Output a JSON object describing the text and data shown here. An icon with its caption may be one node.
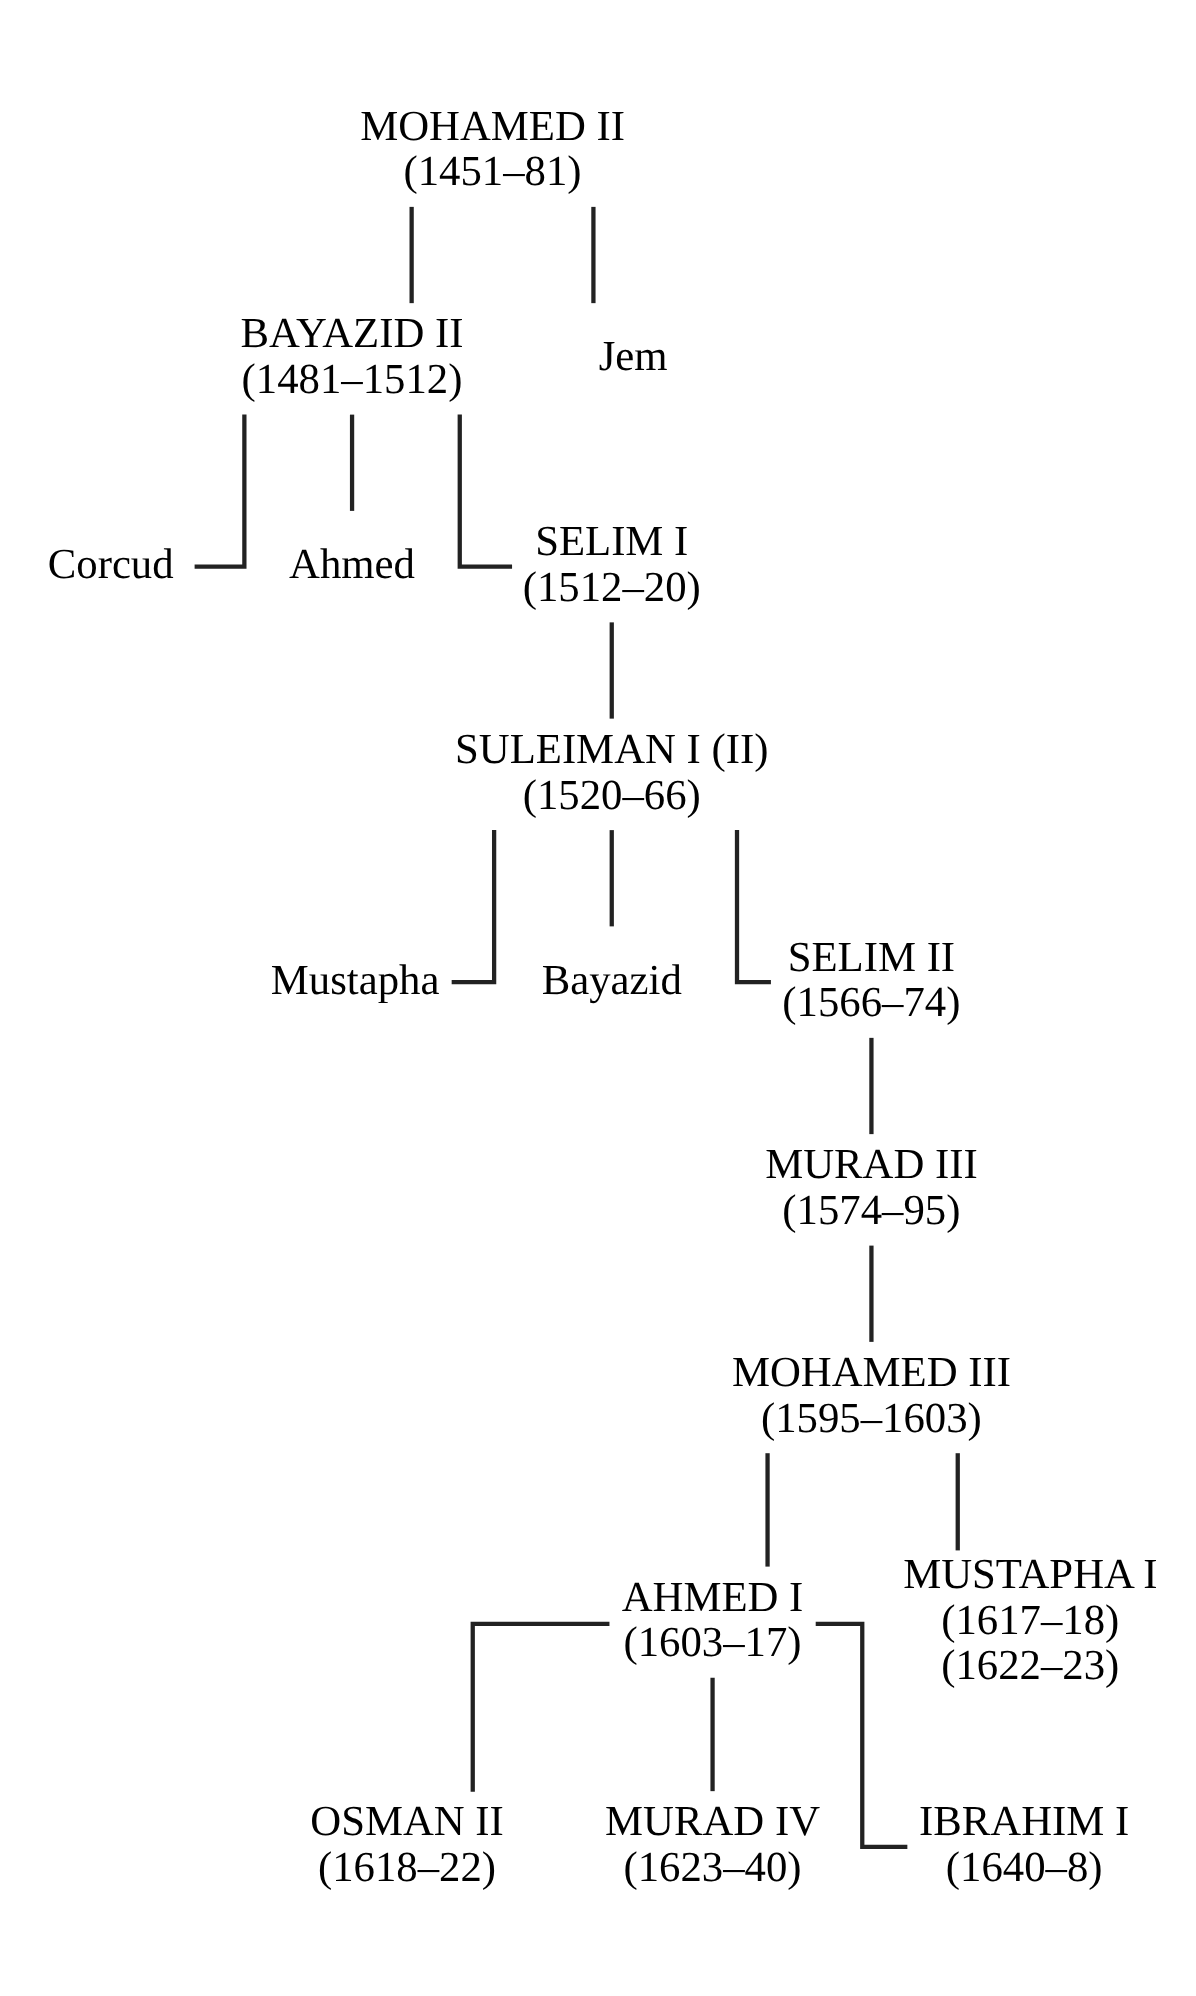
{
  "diagram": {
    "nodes": [
      {
        "text": [
          "MOHAMED II",
          "(1451–81)"
        ]
      },
      {
        "text": [
          "BAYAZID II",
          "(1481–1512)"
        ]
      },
      {
        "text": [
          "Jem"
        ]
      },
      {
        "text": [
          "Corcud"
        ]
      },
      {
        "text": [
          "Ahmed"
        ]
      },
      {
        "text": [
          "SELIM I",
          "(1512–20)"
        ]
      },
      {
        "text": [
          "SULEIMAN I (II)",
          "(1520–66)"
        ]
      },
      {
        "text": [
          "Mustapha"
        ]
      },
      {
        "text": [
          "Bayazid"
        ]
      },
      {
        "text": [
          "SELIM II",
          "(1566–74)"
        ]
      },
      {
        "text": [
          "MURAD III",
          "(1574–95)"
        ]
      },
      {
        "text": [
          "MOHAMED III",
          "(1595–1603)"
        ]
      },
      {
        "text": [
          "AHMED I",
          "(1603–17)"
        ]
      },
      {
        "text": [
          "MUSTAPHA I",
          "(1617–18)",
          "(1622–23)"
        ]
      },
      {
        "text": [
          "OSMAN II",
          "(1618–22)"
        ]
      },
      {
        "text": [
          "MURAD IV",
          "(1623–40)"
        ]
      },
      {
        "text": [
          "IBRAHIM I",
          "(1640–8)"
        ]
      }
    ],
    "edges": [
      {
        "from": 0,
        "to": 1,
        "arrow": "none"
      },
      {
        "from": 0,
        "to": 2,
        "arrow": "none"
      },
      {
        "from": 1,
        "to": 3,
        "arrow": "none"
      },
      {
        "from": 1,
        "to": 4,
        "arrow": "none"
      },
      {
        "from": 1,
        "to": 5,
        "arrow": "none"
      },
      {
        "from": 5,
        "to": 6,
        "arrow": "none"
      },
      {
        "from": 6,
        "to": 7,
        "arrow": "none"
      },
      {
        "from": 6,
        "to": 8,
        "arrow": "none"
      },
      {
        "from": 6,
        "to": 9,
        "arrow": "none"
      },
      {
        "from": 9,
        "to": 10,
        "arrow": "none"
      },
      {
        "from": 10,
        "to": 11,
        "arrow": "none"
      },
      {
        "from": 11,
        "to": 12,
        "arrow": "none"
      },
      {
        "from": 11,
        "to": 13,
        "arrow": "none"
      },
      {
        "from": 12,
        "to": 14,
        "arrow": "none"
      },
      {
        "from": 12,
        "to": 15,
        "arrow": "none"
      },
      {
        "from": 12,
        "to": 16,
        "arrow": "none"
      }
    ]
  }
}
